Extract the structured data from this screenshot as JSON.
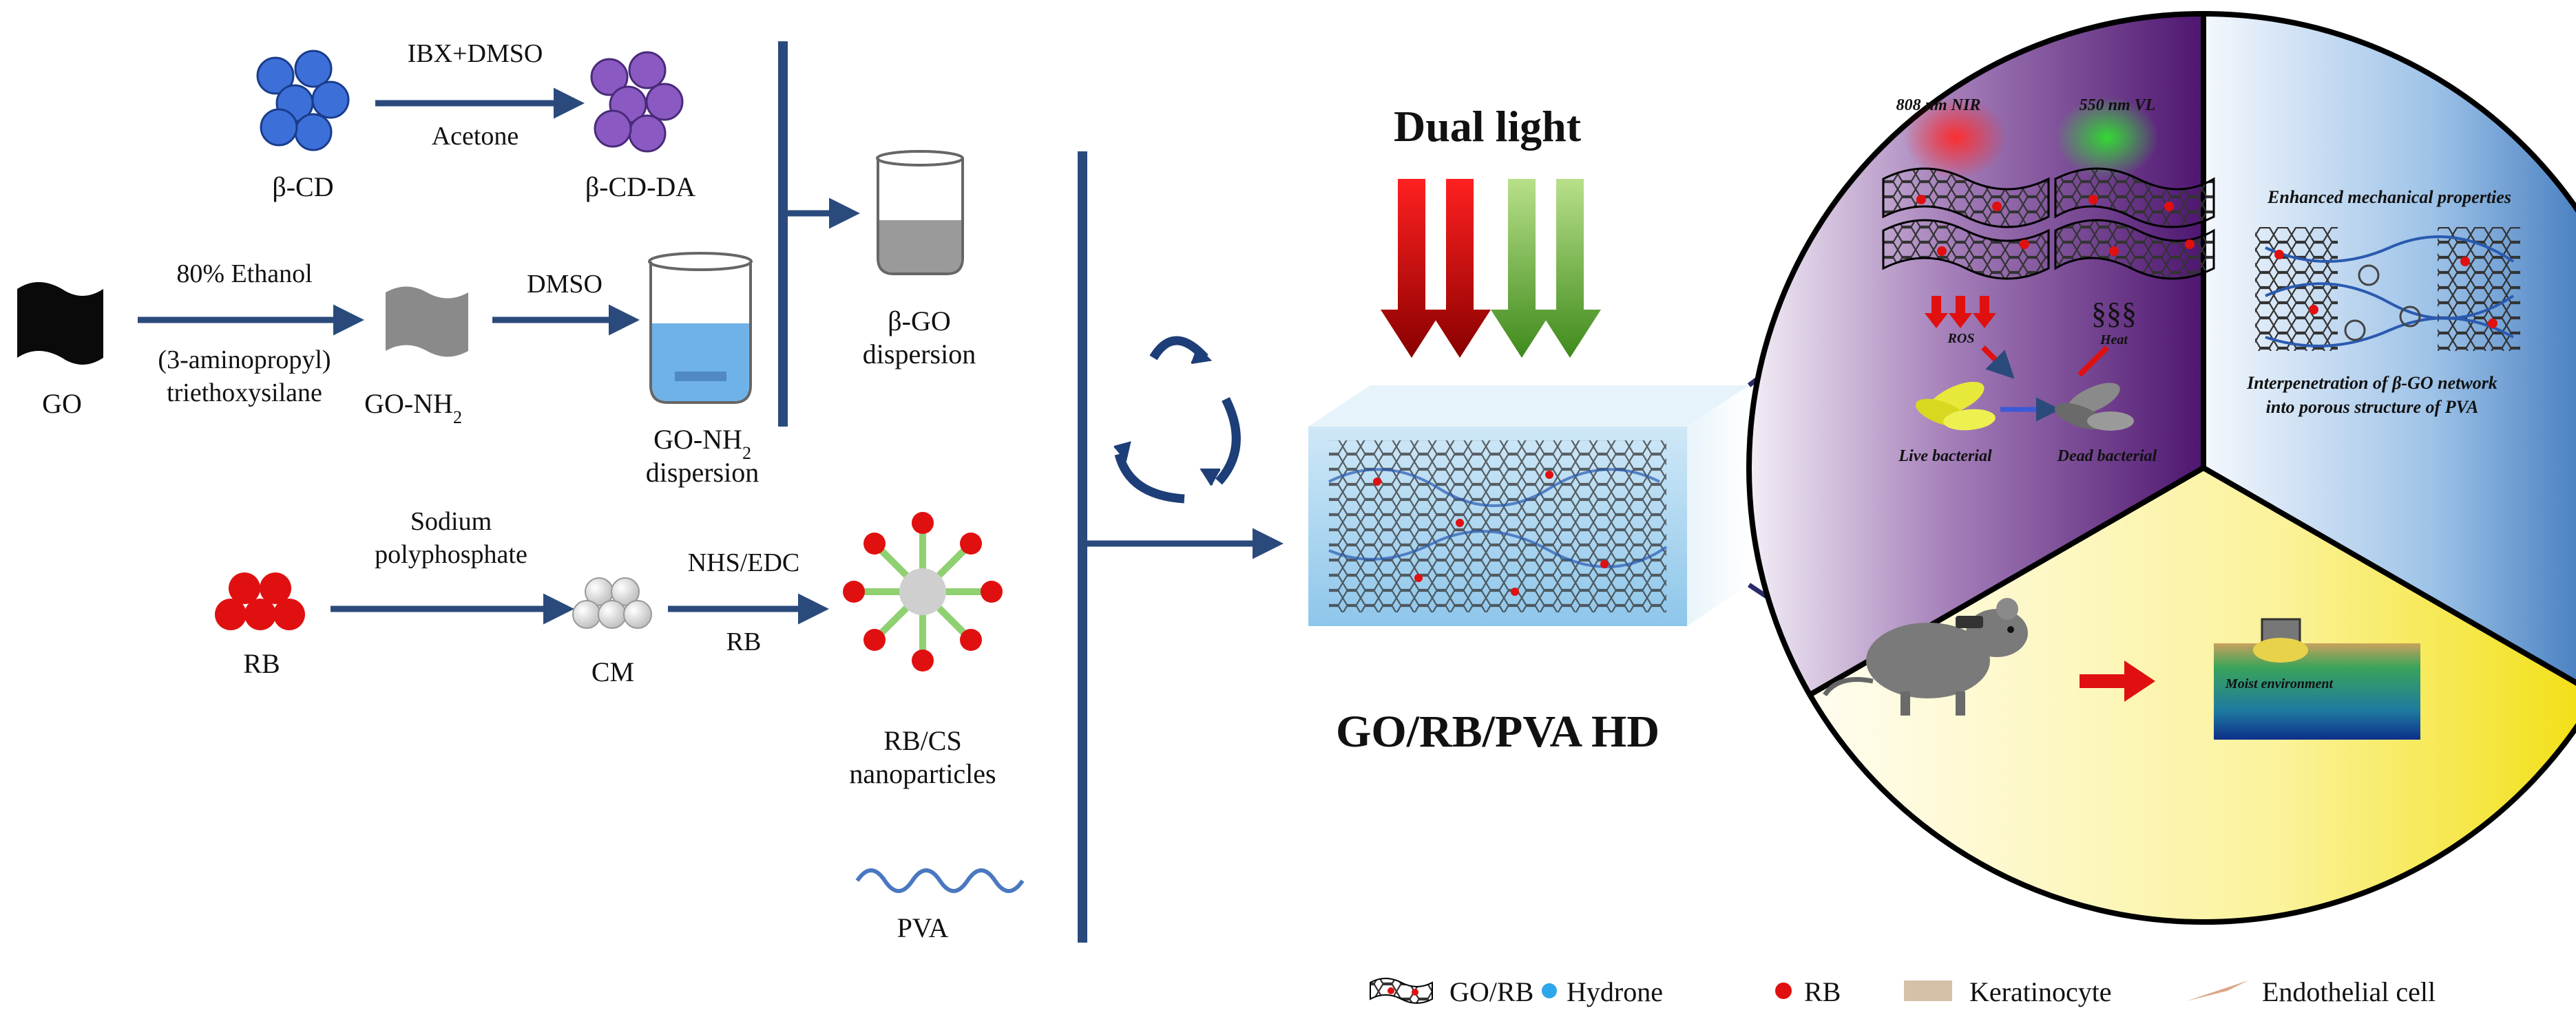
{
  "synthesis": {
    "bcd_reagent": "IBX+DMSO",
    "bcd_solvent": "Acetone",
    "bcd": "β-CD",
    "bcd_da": "β-CD-DA",
    "go": "GO",
    "go_reagent": "80% Ethanol",
    "go_reagent2_line1": "(3-aminopropyl)",
    "go_reagent2_line2": "triethoxysilane",
    "go_nh2": "GO-NH",
    "go_nh2_sub": "2",
    "dmso": "DMSO",
    "go_nh2_disp": "GO-NH",
    "go_nh2_disp_sub": "2",
    "go_nh2_disp_line2": "dispersion",
    "bgo_line1": "β-GO",
    "bgo_line2": "dispersion",
    "rb": "RB",
    "sodium_line1": "Sodium",
    "sodium_line2": "polyphosphate",
    "cm": "CM",
    "nhs": "NHS/EDC",
    "nhs_rb": "RB",
    "rbcs_line1": "RB/CS",
    "rbcs_line2": "nanoparticles",
    "pva": "PVA"
  },
  "center": {
    "dual_light": "Dual light",
    "hydrogel": "GO/RB/PVA HD"
  },
  "circle": {
    "nir": "808 nm NIR",
    "vl": "550 nm VL",
    "ros": "ROS",
    "heat": "Heat",
    "live": "Live bacterial",
    "dead": "Dead  bacterial",
    "mech": "Enhanced mechanical properties",
    "interp_line1": "Interpenetration of β-GO network",
    "interp_line2": "into porous structure of PVA",
    "moist": "Moist environment"
  },
  "legend": {
    "gorb": "GO/RB",
    "hydrone": "Hydrone",
    "rb": "RB",
    "keratinocyte": "Keratinocyte",
    "endothelial": "Endothelial cell"
  },
  "colors": {
    "arrow": "#2b4a7c",
    "rb_red": "#e01010",
    "purple": "#6a2a8a",
    "blue_sector": "#2a6fb8",
    "yellow_sector": "#f2e21a"
  }
}
